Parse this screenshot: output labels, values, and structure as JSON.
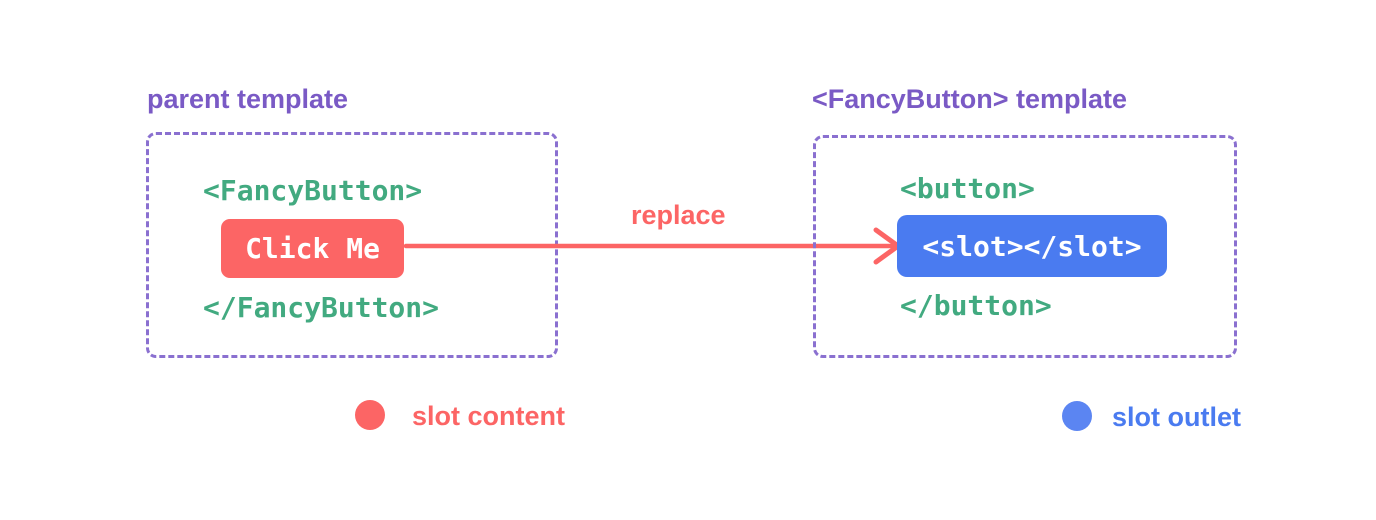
{
  "parent_panel": {
    "title": "parent template",
    "code_open": "<FancyButton>",
    "button_text": "Click Me",
    "code_close": "</FancyButton>"
  },
  "arrow": {
    "label": "replace"
  },
  "template_panel": {
    "title": "<FancyButton> template",
    "code_open": "<button>",
    "slot_code": "<slot></slot>",
    "code_close": "</button>"
  },
  "legend": {
    "content_label": "slot content",
    "outlet_label": "slot outlet"
  },
  "colors": {
    "purple_text": "#7A5AC5",
    "purple_border": "#8A70D0",
    "green_code": "#42AA80",
    "red": "#FC6565",
    "blue": "#4A7BF0",
    "blue_dot": "#5B85F2",
    "background": "#FFFFFF"
  }
}
